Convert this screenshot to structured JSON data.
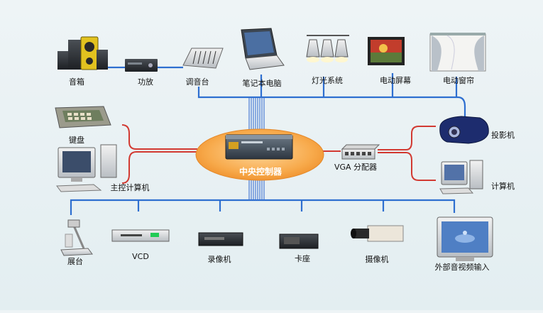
{
  "central_controller": {
    "label": "中央控制器",
    "color": "#f4a23c"
  },
  "colors": {
    "bus": "#2e6fd0",
    "red_link": "#d23a32",
    "cable": "#3a6fd0"
  },
  "top_devices": [
    {
      "label": "音箱"
    },
    {
      "label": "功放"
    },
    {
      "label": "调音台"
    },
    {
      "label": "笔记本电脑"
    },
    {
      "label": "灯光系统"
    },
    {
      "label": "电动屏幕"
    },
    {
      "label": "电动窗帘"
    }
  ],
  "left_devices": [
    {
      "label": "键盘"
    },
    {
      "label": "主控计算机"
    }
  ],
  "middle_devices": [
    {
      "label": "VGA 分配器"
    }
  ],
  "right_devices": [
    {
      "label": "投影机"
    },
    {
      "label": "计算机"
    }
  ],
  "bottom_devices": [
    {
      "label": "展台"
    },
    {
      "label": "VCD"
    },
    {
      "label": "录像机"
    },
    {
      "label": "卡座"
    },
    {
      "label": "摄像机"
    },
    {
      "label": "外部音视频输入"
    }
  ]
}
